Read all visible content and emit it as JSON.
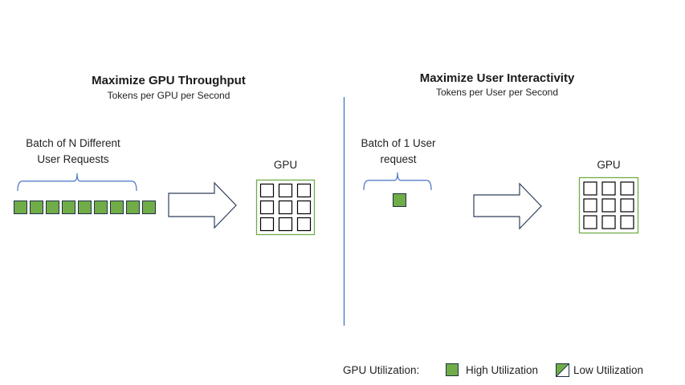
{
  "colors": {
    "request_fill": "#70ad47",
    "request_border": "#1f3049",
    "gpu_border": "#70ad47",
    "cell_border": "#000000",
    "brace": "#4472c4",
    "divider": "#4472c4",
    "arrow_border": "#2f3f5c"
  },
  "left_panel": {
    "title": "Maximize GPU Throughput",
    "subtitle": "Tokens per GPU per Second",
    "batch_label_line1": "Batch of N Different",
    "batch_label_line2": "User Requests",
    "request_count": 9,
    "gpu_label": "GPU",
    "gpu_cells": 9
  },
  "right_panel": {
    "title": "Maximize User Interactivity",
    "subtitle": "Tokens per User per Second",
    "batch_label_line1": "Batch of 1 User",
    "batch_label_line2": "request",
    "request_count": 1,
    "gpu_label": "GPU",
    "gpu_cells": 9
  },
  "legend": {
    "title": "GPU Utilization:",
    "items": [
      {
        "label": "High Utilization",
        "icon": "high-utilization-swatch"
      },
      {
        "label": "Low Utilization",
        "icon": "low-utilization-swatch"
      }
    ]
  }
}
